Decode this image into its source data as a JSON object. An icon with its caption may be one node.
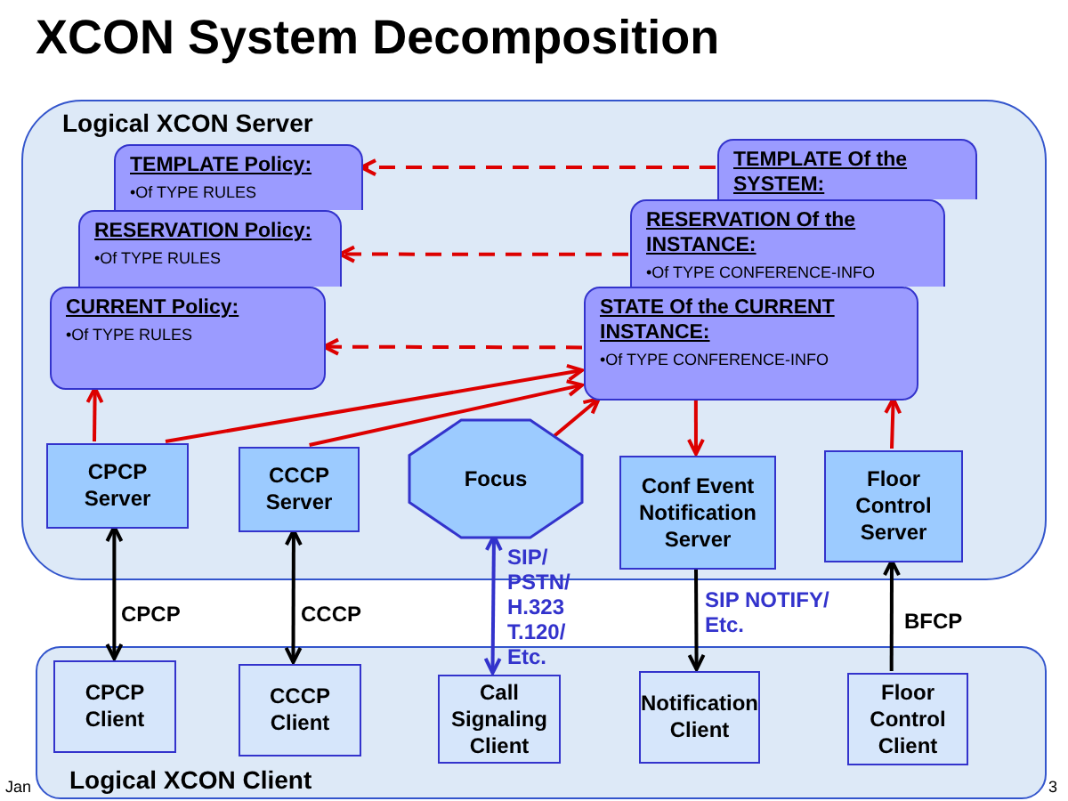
{
  "diagram": {
    "title": "XCON System Decomposition",
    "nodes": [
      {
        "text": [
          "Logical XCON Server"
        ]
      },
      {
        "text": [
          "TEMPLATE Policy:",
          "•Of TYPE RULES"
        ],
        "in": 0
      },
      {
        "text": [
          "RESERVATION Policy:",
          "•Of TYPE RULES"
        ],
        "in": 0
      },
      {
        "text": [
          "CURRENT Policy:",
          "•Of TYPE RULES"
        ],
        "in": 0
      },
      {
        "text": [
          "TEMPLATE Of the SYSTEM:"
        ],
        "in": 0
      },
      {
        "text": [
          "RESERVATION Of the INSTANCE:",
          "•Of TYPE CONFERENCE-INFO"
        ],
        "in": 0
      },
      {
        "text": [
          "STATE Of the CURRENT INSTANCE:",
          "•Of TYPE CONFERENCE-INFO"
        ],
        "in": 0
      },
      {
        "text": [
          "CPCP Server"
        ],
        "in": 0
      },
      {
        "text": [
          "CCCP Server"
        ],
        "in": 0
      },
      {
        "text": [
          "Focus"
        ],
        "in": 0
      },
      {
        "text": [
          "Conf Event Notification Server"
        ],
        "in": 0
      },
      {
        "text": [
          "Floor Control Server"
        ],
        "in": 0
      },
      {
        "text": [
          "Logical XCON Client"
        ]
      },
      {
        "text": [
          "CPCP Client"
        ],
        "in": 12
      },
      {
        "text": [
          "CCCP Client"
        ],
        "in": 12
      },
      {
        "text": [
          "Call Signaling Client"
        ],
        "in": 12
      },
      {
        "text": [
          "Notification Client"
        ],
        "in": 12
      },
      {
        "text": [
          "Floor Control Client"
        ],
        "in": 12
      }
    ],
    "edges": [
      {
        "from": 4,
        "to": 1,
        "arrow": "to",
        "style": "dashed"
      },
      {
        "from": 5,
        "to": 2,
        "arrow": "to",
        "style": "dashed"
      },
      {
        "from": 6,
        "to": 3,
        "arrow": "to",
        "style": "dashed"
      },
      {
        "from": 7,
        "to": 3,
        "arrow": "to"
      },
      {
        "from": 7,
        "to": 6,
        "arrow": "to"
      },
      {
        "from": 8,
        "to": 6,
        "arrow": "to"
      },
      {
        "from": 9,
        "to": 6,
        "arrow": "to"
      },
      {
        "from": 6,
        "to": 10,
        "arrow": "to"
      },
      {
        "from": 11,
        "to": 6,
        "arrow": "to"
      },
      {
        "from": 7,
        "to": 13,
        "arrow": "both",
        "label": "CPCP",
        "color": "#000000"
      },
      {
        "from": 8,
        "to": 14,
        "arrow": "both",
        "label": "CCCP",
        "color": "#000000"
      },
      {
        "from": 9,
        "to": 15,
        "arrow": "both",
        "label": "SIP/ PSTN/ H.323 T.120/ Etc.",
        "color": "#3333cc"
      },
      {
        "from": 10,
        "to": 16,
        "arrow": "to",
        "label": "SIP NOTIFY/ Etc.",
        "color": "#000000"
      },
      {
        "from": 17,
        "to": 11,
        "arrow": "to",
        "label": "BFCP",
        "color": "#000000"
      }
    ],
    "labels": [
      "Jan",
      "3"
    ]
  }
}
